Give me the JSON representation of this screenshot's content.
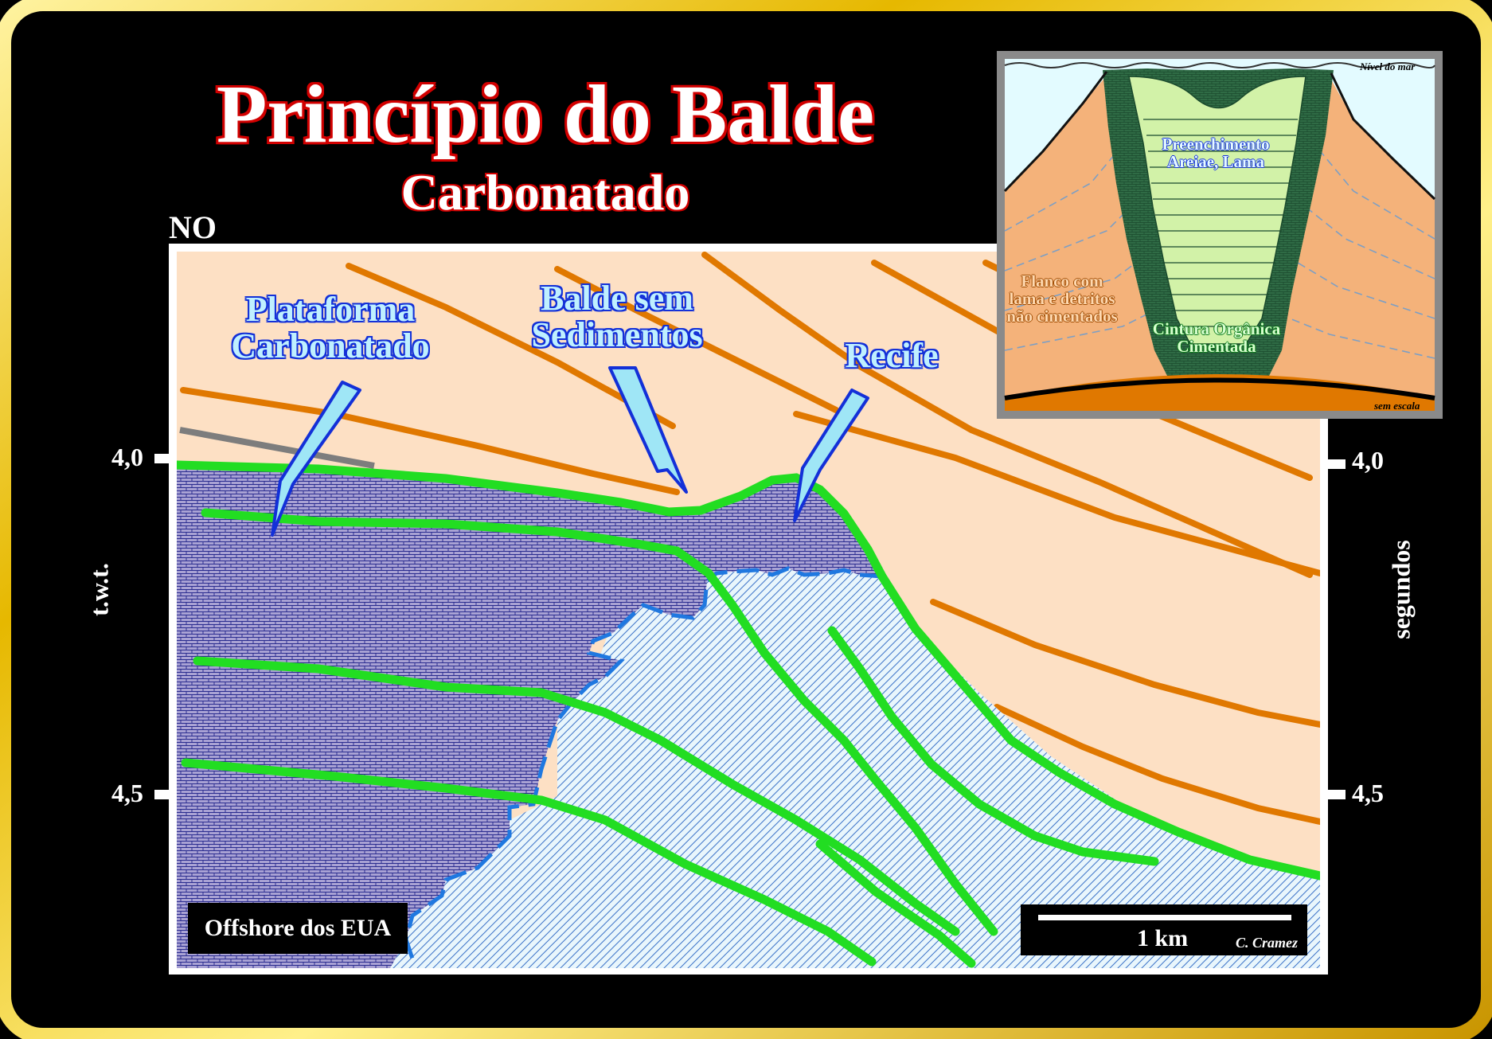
{
  "title": "Princípio do Balde",
  "subtitle": "Carbonatado",
  "direction_label": "NO",
  "axis": {
    "left_label": "t.w.t.",
    "right_label": "segundos",
    "ticks": [
      "4,0",
      "4,5"
    ]
  },
  "callouts": {
    "platform": "Plataforma Carbonatado",
    "bucket": "Balde sem Sedimentos",
    "reef": "Recife"
  },
  "region_label": "Offshore dos EUA",
  "scale": {
    "label": "1 km",
    "credit": "C. Cramez"
  },
  "inset": {
    "sea_level": "Nível do mar",
    "fill": "Preenchimento Areiae, Lama",
    "flank": "Flanco com lama e detritos não cimentados",
    "belt": "Cintura Orgânica Cimentada",
    "no_scale": "sem escala"
  },
  "colors": {
    "frame_gold": "#f2c400",
    "title_red": "#d10000",
    "callout_fill": "#bff0ff",
    "callout_outline": "#1330d8",
    "background_peach": "#fde0c4",
    "reflector_orange": "#e07800",
    "reflector_green": "#22dd22",
    "carbonate_purple": "#a9a2d4",
    "basin_fill": "#d9eef8",
    "inset_green": "#2f6b45",
    "inset_sea": "#e3fbff"
  }
}
